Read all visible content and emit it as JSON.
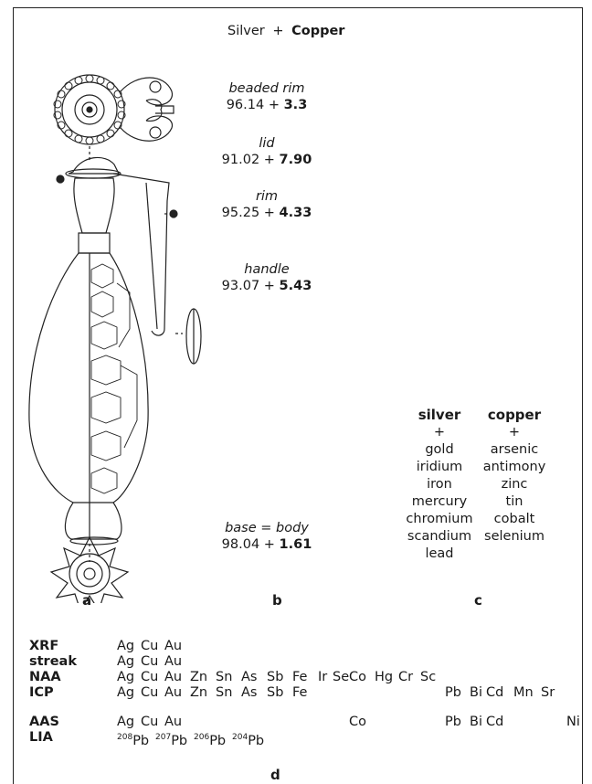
{
  "header": {
    "silver": "Silver",
    "plus": "+",
    "copper": "Copper"
  },
  "measurements": [
    {
      "part": "beaded rim",
      "silver": "96.14",
      "copper": "3.3"
    },
    {
      "part": "lid",
      "silver": "91.02",
      "copper": "7.90"
    },
    {
      "part": "rim",
      "silver": "95.25",
      "copper": "4.33"
    },
    {
      "part": "handle",
      "silver": "93.07",
      "copper": "5.43"
    },
    {
      "part": "base = body",
      "silver": "98.04",
      "copper": "1.61"
    }
  ],
  "elements": {
    "silver_head": "silver",
    "copper_head": "copper",
    "plus": "+",
    "silver_list": [
      "gold",
      "iridium",
      "iron",
      "mercury",
      "chromium",
      "scandium",
      "lead"
    ],
    "copper_list": [
      "arsenic",
      "antimony",
      "zinc",
      "tin",
      "cobalt",
      "selenium"
    ]
  },
  "panel_labels": {
    "a": "a",
    "b": "b",
    "c": "c",
    "d": "d"
  },
  "methods": [
    {
      "name": "XRF",
      "els": [
        "Ag",
        "Cu",
        "Au"
      ]
    },
    {
      "name": "streak",
      "els": [
        "Ag",
        "Cu",
        "Au"
      ]
    },
    {
      "name": "NAA",
      "els": [
        "Ag",
        "Cu",
        "Au",
        "Zn",
        "Sn",
        "As",
        "Sb",
        "Fe",
        "Ir",
        "Se",
        "Co",
        "Hg",
        "Cr",
        "Sc"
      ]
    },
    {
      "name": "ICP",
      "els": [
        "Ag",
        "Cu",
        "Au",
        "Zn",
        "Sn",
        "As",
        "Sb",
        "Fe",
        "Pb",
        "Bi",
        "Cd",
        "Mn",
        "Sr"
      ]
    },
    {
      "name": "AAS",
      "els": [
        "Ag",
        "Cu",
        "Au",
        "Co",
        "Pb",
        "Bi",
        "Cd",
        "Ni"
      ]
    },
    {
      "name": "LIA",
      "els": [
        "208",
        "Pb",
        "207",
        "Pb",
        "206",
        "Pb",
        "204",
        "Pb"
      ]
    }
  ]
}
